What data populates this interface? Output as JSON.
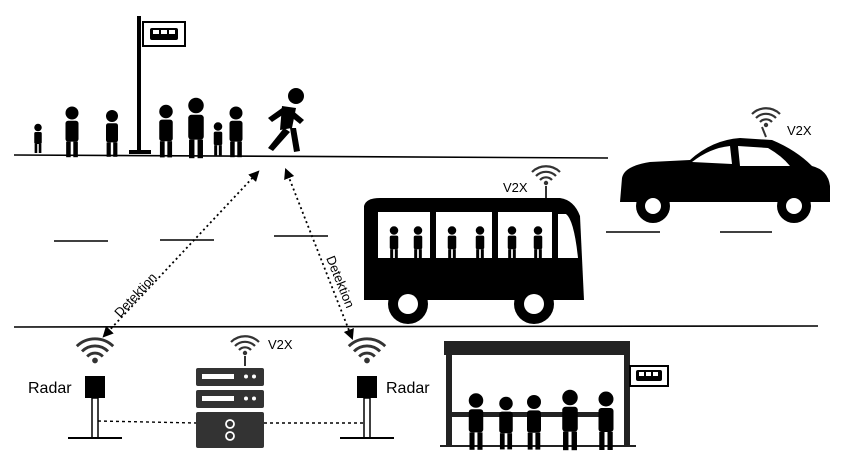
{
  "labels": {
    "v2x_car": "V2X",
    "v2x_bus": "V2X",
    "v2x_server": "V2X",
    "radar_left": "Radar",
    "radar_right": "Radar",
    "detection_left": "Detektion",
    "detection_right": "Detektion"
  },
  "icons": {
    "bus_sign": "bus-stop-sign-icon",
    "people": "pedestrians-icon",
    "bus": "bus-icon",
    "car": "car-icon",
    "radar": "radar-icon",
    "server": "roadside-unit-icon",
    "antenna": "antenna-signal-icon",
    "shelter": "bus-shelter-icon"
  },
  "colors": {
    "ink": "#000000",
    "background": "#ffffff"
  }
}
